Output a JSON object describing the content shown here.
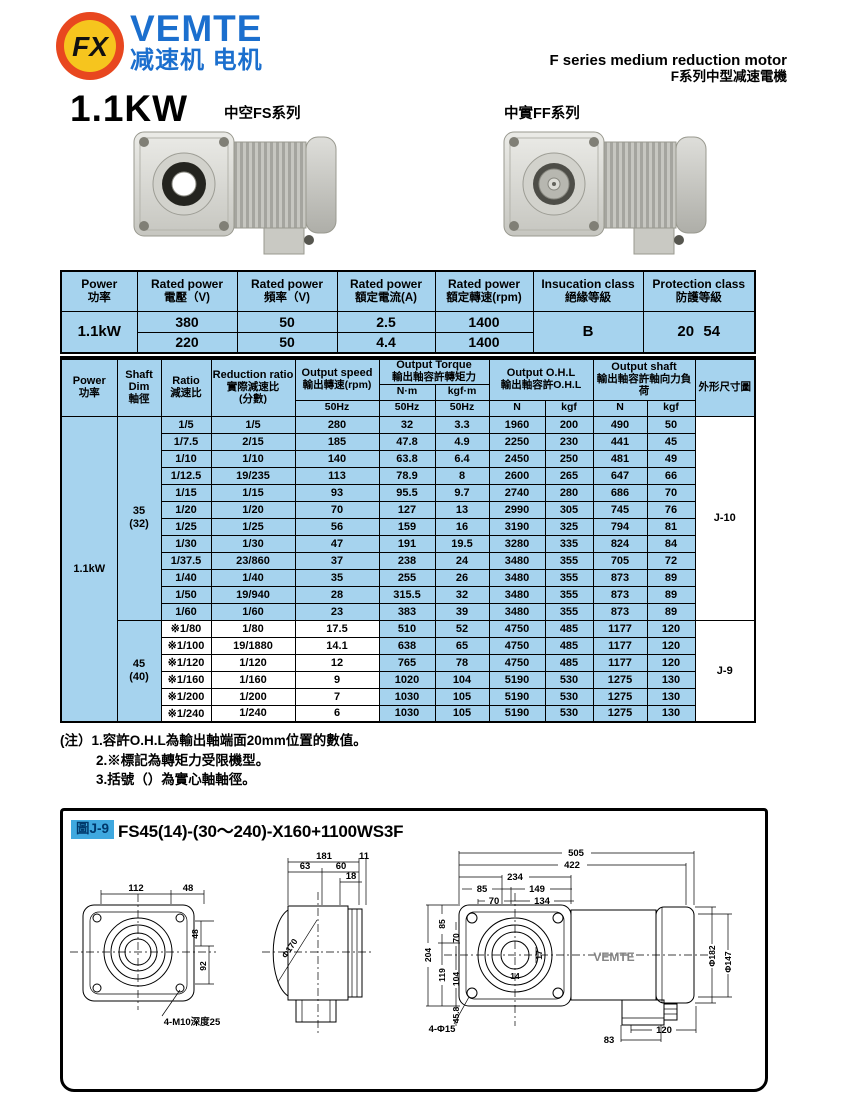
{
  "header": {
    "brand": "VEMTE",
    "brand_sub": "减速机 电机",
    "series_en": "F series medium reduction motor",
    "series_cn": "F系列中型减速電機",
    "power": "1.1KW",
    "caption_left": "中空FS系列",
    "caption_right": "中實FF系列"
  },
  "spec_table": {
    "columns": [
      {
        "en": "Power",
        "cn": "功率"
      },
      {
        "en": "Rated power",
        "cn": "電壓（V)"
      },
      {
        "en": "Rated power",
        "cn": "頻率（V)"
      },
      {
        "en": "Rated power",
        "cn": "額定電流(A)"
      },
      {
        "en": "Rated power",
        "cn": "額定轉速(rpm)"
      },
      {
        "en": "Insucation class",
        "cn": "絕緣等級"
      },
      {
        "en": "Protection class",
        "cn": "防護等級"
      }
    ],
    "power": "1.1kW",
    "rows": [
      [
        "380",
        "50",
        "2.5",
        "1400"
      ],
      [
        "220",
        "50",
        "4.4",
        "1400"
      ]
    ],
    "insulation": "B",
    "protection_a": "20",
    "protection_b": "54"
  },
  "perf_table": {
    "power": "1.1kW",
    "headers": {
      "power_en": "Power",
      "power_cn": "功率",
      "shaft_en": "Shaft Dim",
      "shaft_cn": "軸徑",
      "ratio_en": "Ratio",
      "ratio_cn": "減速比",
      "reduction_en": "Reduction ratio",
      "reduction_cn": "實際減速比",
      "reduction_cn2": "(分數)",
      "speed_en": "Output speed",
      "speed_cn": "輸出轉速(rpm)",
      "torque_en": "Output Torque",
      "torque_cn": "輸出軸容許轉矩力",
      "torque_nm": "N·m",
      "torque_kgfm": "kgf·m",
      "hz": "50Hz",
      "ohl_en": "Output O.H.L",
      "ohl_cn": "輸出軸容許O.H.L",
      "shaftload_en": "Output shaft",
      "shaftload_cn": "輸出軸容許軸向力負荷",
      "n": "N",
      "kgf": "kgf",
      "dim": "外形尺寸圖"
    },
    "groups": [
      {
        "shaft": "35",
        "shaft_paren": "(32)",
        "dim_ref": "J-10",
        "white": false,
        "mark": "",
        "rows": [
          {
            "ratio": "1/5",
            "reduction": "1/5",
            "speed": "280",
            "nm": "32",
            "kgfm": "3.3",
            "ohl_n": "1960",
            "ohl_kgf": "200",
            "ax_n": "490",
            "ax_kgf": "50"
          },
          {
            "ratio": "1/7.5",
            "reduction": "2/15",
            "speed": "185",
            "nm": "47.8",
            "kgfm": "4.9",
            "ohl_n": "2250",
            "ohl_kgf": "230",
            "ax_n": "441",
            "ax_kgf": "45"
          },
          {
            "ratio": "1/10",
            "reduction": "1/10",
            "speed": "140",
            "nm": "63.8",
            "kgfm": "6.4",
            "ohl_n": "2450",
            "ohl_kgf": "250",
            "ax_n": "481",
            "ax_kgf": "49"
          },
          {
            "ratio": "1/12.5",
            "reduction": "19/235",
            "speed": "113",
            "nm": "78.9",
            "kgfm": "8",
            "ohl_n": "2600",
            "ohl_kgf": "265",
            "ax_n": "647",
            "ax_kgf": "66"
          },
          {
            "ratio": "1/15",
            "reduction": "1/15",
            "speed": "93",
            "nm": "95.5",
            "kgfm": "9.7",
            "ohl_n": "2740",
            "ohl_kgf": "280",
            "ax_n": "686",
            "ax_kgf": "70"
          },
          {
            "ratio": "1/20",
            "reduction": "1/20",
            "speed": "70",
            "nm": "127",
            "kgfm": "13",
            "ohl_n": "2990",
            "ohl_kgf": "305",
            "ax_n": "745",
            "ax_kgf": "76"
          },
          {
            "ratio": "1/25",
            "reduction": "1/25",
            "speed": "56",
            "nm": "159",
            "kgfm": "16",
            "ohl_n": "3190",
            "ohl_kgf": "325",
            "ax_n": "794",
            "ax_kgf": "81"
          },
          {
            "ratio": "1/30",
            "reduction": "1/30",
            "speed": "47",
            "nm": "191",
            "kgfm": "19.5",
            "ohl_n": "3280",
            "ohl_kgf": "335",
            "ax_n": "824",
            "ax_kgf": "84"
          },
          {
            "ratio": "1/37.5",
            "reduction": "23/860",
            "speed": "37",
            "nm": "238",
            "kgfm": "24",
            "ohl_n": "3480",
            "ohl_kgf": "355",
            "ax_n": "705",
            "ax_kgf": "72"
          },
          {
            "ratio": "1/40",
            "reduction": "1/40",
            "speed": "35",
            "nm": "255",
            "kgfm": "26",
            "ohl_n": "3480",
            "ohl_kgf": "355",
            "ax_n": "873",
            "ax_kgf": "89"
          },
          {
            "ratio": "1/50",
            "reduction": "19/940",
            "speed": "28",
            "nm": "315.5",
            "kgfm": "32",
            "ohl_n": "3480",
            "ohl_kgf": "355",
            "ax_n": "873",
            "ax_kgf": "89"
          },
          {
            "ratio": "1/60",
            "reduction": "1/60",
            "speed": "23",
            "nm": "383",
            "kgfm": "39",
            "ohl_n": "3480",
            "ohl_kgf": "355",
            "ax_n": "873",
            "ax_kgf": "89"
          }
        ]
      },
      {
        "shaft": "45",
        "shaft_paren": "(40)",
        "dim_ref": "J-9",
        "white": true,
        "mark": "※",
        "rows": [
          {
            "ratio": "1/80",
            "reduction": "1/80",
            "speed": "17.5",
            "nm": "510",
            "kgfm": "52",
            "ohl_n": "4750",
            "ohl_kgf": "485",
            "ax_n": "1177",
            "ax_kgf": "120"
          },
          {
            "ratio": "1/100",
            "reduction": "19/1880",
            "speed": "14.1",
            "nm": "638",
            "kgfm": "65",
            "ohl_n": "4750",
            "ohl_kgf": "485",
            "ax_n": "1177",
            "ax_kgf": "120"
          },
          {
            "ratio": "1/120",
            "reduction": "1/120",
            "speed": "12",
            "nm": "765",
            "kgfm": "78",
            "ohl_n": "4750",
            "ohl_kgf": "485",
            "ax_n": "1177",
            "ax_kgf": "120"
          },
          {
            "ratio": "1/160",
            "reduction": "1/160",
            "speed": "9",
            "nm": "1020",
            "kgfm": "104",
            "ohl_n": "5190",
            "ohl_kgf": "530",
            "ax_n": "1275",
            "ax_kgf": "130"
          },
          {
            "ratio": "1/200",
            "reduction": "1/200",
            "speed": "7",
            "nm": "1030",
            "kgfm": "105",
            "ohl_n": "5190",
            "ohl_kgf": "530",
            "ax_n": "1275",
            "ax_kgf": "130"
          },
          {
            "ratio": "1/240",
            "reduction": "1/240",
            "speed": "6",
            "nm": "1030",
            "kgfm": "105",
            "ohl_n": "5190",
            "ohl_kgf": "530",
            "ax_n": "1275",
            "ax_kgf": "130"
          }
        ]
      }
    ]
  },
  "notes": {
    "line1": "(注）1.容許O.H.L為輸出軸端面20mm位置的數值。",
    "line2": "2.※標記為轉矩力受限機型。",
    "line3": "3.括號（）為實心軸軸徑。"
  },
  "drawing": {
    "ref": "圖J-9",
    "title": "FS45(14)-(30～240)-X160+1100WS3F",
    "front_view": {
      "top1": "112",
      "top2": "48",
      "right1": "48",
      "right2": "92",
      "bolts": "4-M10深度25"
    },
    "side_view": {
      "total": "181",
      "a": "63",
      "b": "60",
      "c": "18",
      "d": "11",
      "dia": "Φ170"
    },
    "assembly": {
      "t505": "505",
      "t422": "422",
      "t234": "234",
      "t85": "85",
      "t149": "149",
      "t70": "70",
      "t134": "134",
      "l204": "204",
      "l85": "85",
      "l70": "70",
      "l119": "119",
      "l104": "104",
      "l458": "45.8",
      "h17": "17",
      "h14": "14",
      "bolts": "4-Φ15",
      "dia182": "Φ182",
      "dia147": "Φ147",
      "b120": "120",
      "b83": "83",
      "motor_label": "VEMTE"
    }
  }
}
